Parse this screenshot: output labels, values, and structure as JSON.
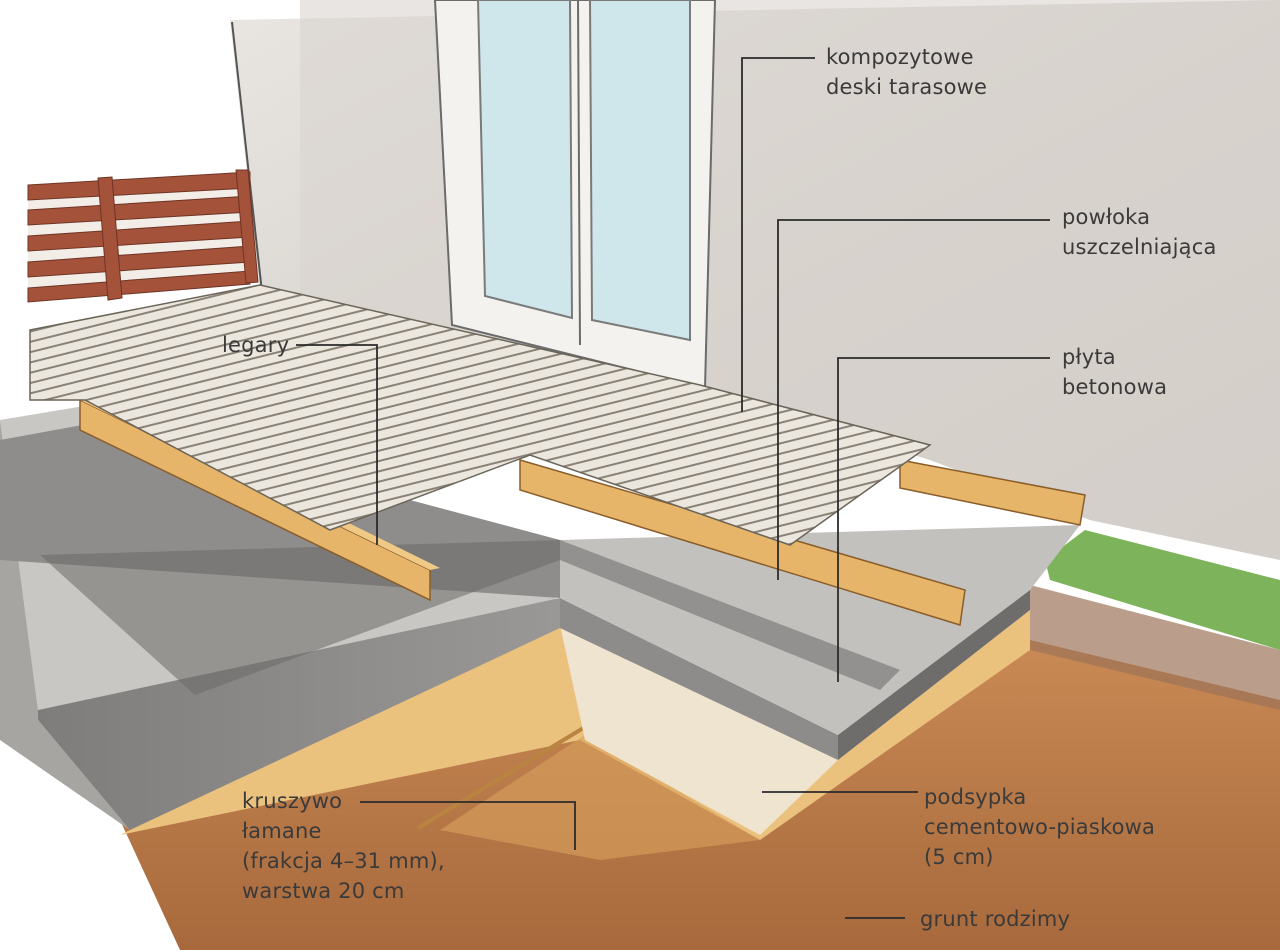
{
  "labels": {
    "kompozytowe": [
      "kompozytowe",
      "deski tarasowe"
    ],
    "powloka": [
      "powłoka",
      "uszczelniająca"
    ],
    "plyta": [
      "płyta",
      "betonowa"
    ],
    "legary": [
      "legary"
    ],
    "kruszywo": [
      "kruszywo",
      "łamane",
      "(frakcja 4–31 mm),",
      "warstwa 20 cm"
    ],
    "podsypka": [
      "podsypka",
      "cementowo-piaskowa",
      "(5 cm)"
    ],
    "grunt": [
      "grunt rodzimy"
    ]
  },
  "colors": {
    "wall": "#d9d4cf",
    "concrete": "#8d8b89",
    "boards": "#ece7de",
    "joists": "#e6b56a",
    "sand": "#eac27e",
    "soil": "#b57746",
    "grass": "#7db35a",
    "fence": "#a5523b",
    "window": "#cfe6ea"
  }
}
